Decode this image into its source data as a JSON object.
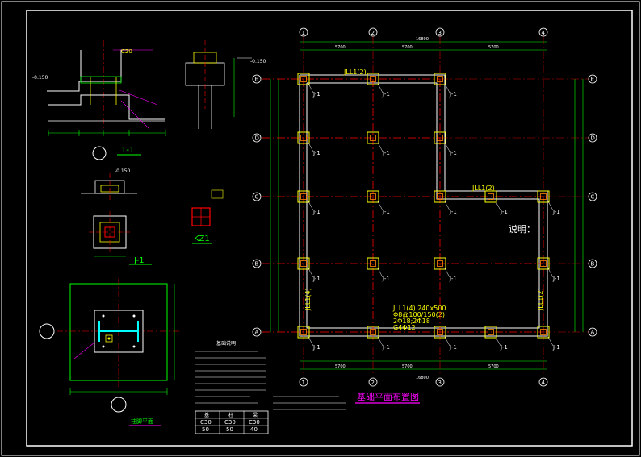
{
  "drawing": {
    "title": "基础平面布置图",
    "section_label": "1-1",
    "footing_label": "J-1",
    "column_label": "KZ1",
    "embed_title": "柱脚平面",
    "notes_heading": "说明：",
    "notes_title": "基础说明",
    "elevation_neg": "-0.150",
    "concrete_label": "C20",
    "beam_label_top": "JLL1(2)",
    "beam_label_mid": "JLL1(2)",
    "beam_label_left": "JLL1(4)",
    "beam_label_right": "JLL1(2)",
    "beam_spec": [
      "JLL1(4) 240x500",
      "Φ8@100/150(2)",
      "2Φ18;2Φ18",
      "G4Φ12"
    ],
    "foot_label": "J-1",
    "col_axes": [
      "1",
      "2",
      "3",
      "4"
    ],
    "row_axes": [
      "E",
      "D",
      "C",
      "B",
      "A"
    ],
    "dim_total": "16800",
    "dim_bays": [
      "5700",
      "5700",
      "5700"
    ]
  },
  "table": {
    "headers": [
      "基",
      "柱",
      "梁"
    ],
    "row1": [
      "C30",
      "C30",
      "C30"
    ],
    "row2": [
      "50",
      "50",
      "40"
    ]
  },
  "colors": {
    "frame": "#ffffff",
    "grid": "#ff0000",
    "footing": "#ffff00",
    "dim": "#00ff00",
    "text": "#ffffff",
    "accent": "#ff00ff"
  }
}
